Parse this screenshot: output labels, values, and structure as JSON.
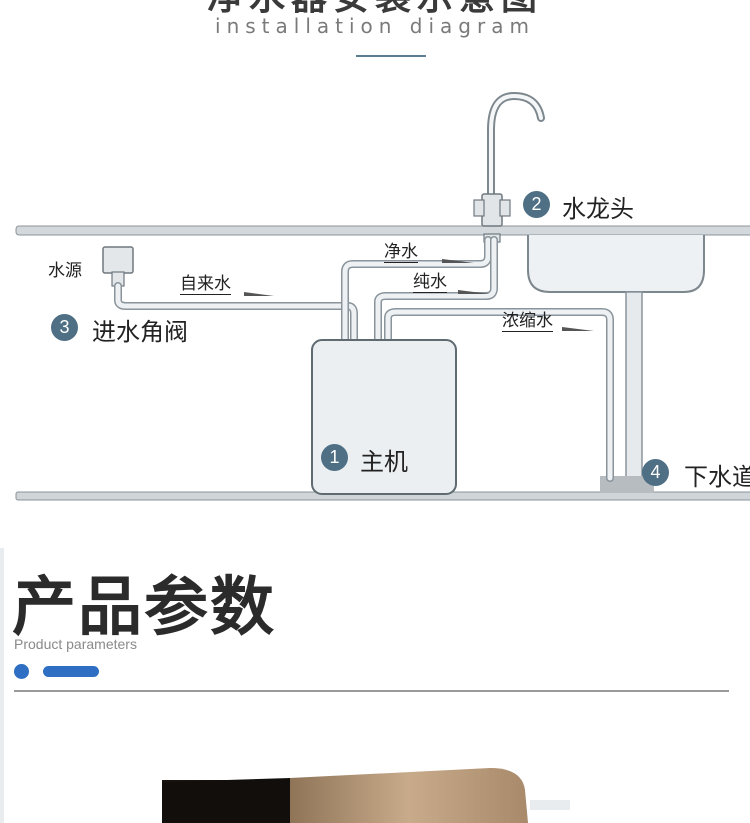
{
  "header": {
    "title_cut": "净水器安装示意图",
    "subtitle": "installation diagram"
  },
  "diagram": {
    "labels": {
      "water_source": "水源",
      "tap_water": "自来水",
      "clean_water": "净水",
      "pure_water": "纯水",
      "concentrate_water": "浓缩水"
    },
    "components": [
      {
        "num": "1",
        "label": "主机"
      },
      {
        "num": "2",
        "label": "水龙头"
      },
      {
        "num": "3",
        "label": "进水角阀"
      },
      {
        "num": "4",
        "label": "下水道"
      }
    ],
    "colors": {
      "badge": "#4e6f84",
      "pipe": "#c8cfd4",
      "counter": "#d3d8dc"
    }
  },
  "params": {
    "title": "产品参数",
    "subtitle": "Product parameters",
    "accent_color": "#2e6fc4"
  }
}
